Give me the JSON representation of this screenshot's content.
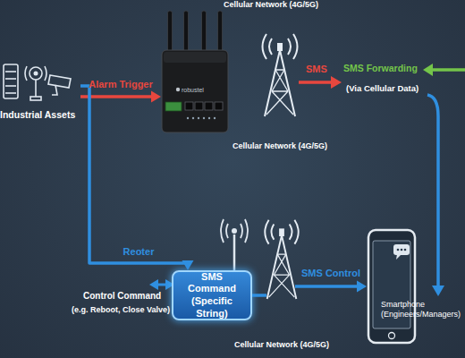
{
  "diagram": {
    "nodes": [
      {
        "text": [
          "Industrial Assets"
        ]
      },
      {
        "text": [
          "Cellular Network (4G/5G)"
        ]
      },
      {
        "text": [
          "Cellular Network (4G/5G)"
        ]
      },
      {
        "text": [
          "SMS Command (Specific String)"
        ]
      },
      {
        "text": [
          "Cellular Network (4G/5G)"
        ]
      },
      {
        "text": [
          "Smartphone (Engineers/Managers)"
        ]
      }
    ],
    "edges": [
      {
        "from": 0,
        "to": 1,
        "arrow": "to",
        "label": "Alarm Trigger"
      },
      {
        "from": 0,
        "to": 3,
        "arrow": "to",
        "label": "Reoter"
      },
      {
        "from": 3,
        "to": 4,
        "arrow": "none"
      },
      {
        "from": 4,
        "to": 5,
        "arrow": "to",
        "label": "SMS Control"
      }
    ],
    "labels": [
      "SMS",
      "SMS Forwarding",
      "(Via Cellular Data)",
      "Control Command",
      "(e.g. Reboot, Close Valve)",
      "robustel"
    ]
  }
}
